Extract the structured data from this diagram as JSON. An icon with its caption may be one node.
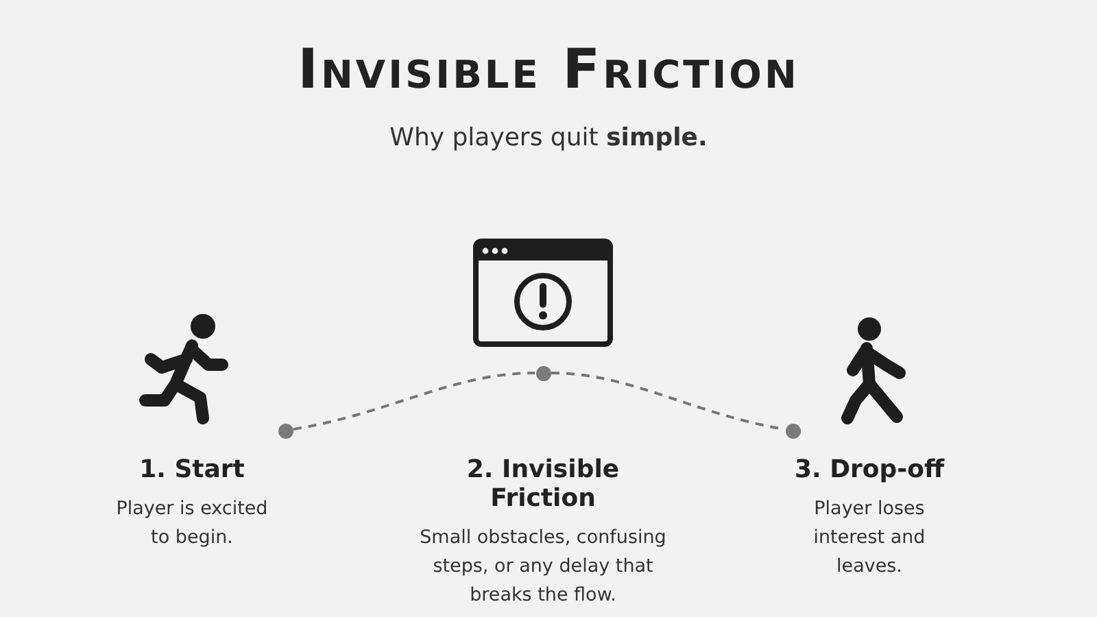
{
  "diagram": {
    "title": "Invisible Friction",
    "nodes": [
      {
        "text": [
          "1. Start",
          "Player is excited to begin."
        ]
      },
      {
        "text": [
          "2. Invisible Friction",
          "Small obstacles, confusing steps, or any delay that breaks the flow."
        ]
      },
      {
        "text": [
          "3. Drop-off",
          "Player loses interest and leaves."
        ]
      },
      {
        "text": [],
        "shape": "circle"
      },
      {
        "text": [],
        "shape": "circle"
      },
      {
        "text": [],
        "shape": "circle"
      }
    ],
    "edges": [
      {
        "from": 3,
        "to": 4,
        "arrow": "none",
        "style": "dashed"
      },
      {
        "from": 4,
        "to": 5,
        "arrow": "none",
        "style": "dashed"
      }
    ],
    "labels": [
      "Why players quit **simple.**"
    ]
  }
}
